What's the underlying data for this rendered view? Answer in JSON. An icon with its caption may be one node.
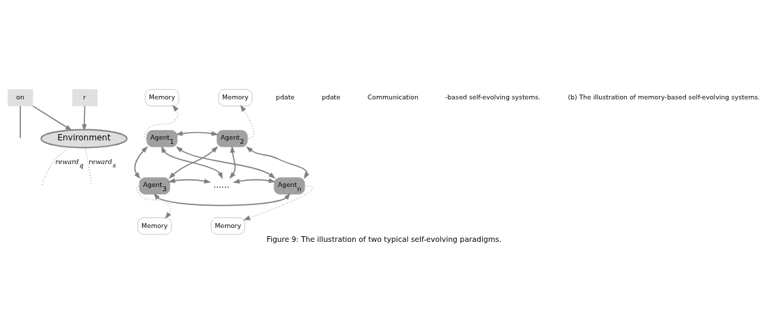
{
  "diagram": {
    "caption": "Figure 9: The illustration of two typical self-evolving paradigms.",
    "nodes": [
      {
        "text": [
          "on"
        ]
      },
      {
        "text": [
          "r"
        ]
      },
      {
        "text": [
          "Environment"
        ]
      },
      {
        "text": [
          "Memory"
        ]
      },
      {
        "text": [
          "Memory"
        ]
      },
      {
        "text": [
          "Agent$_{1}$"
        ]
      },
      {
        "text": [
          "Agent$_{2}$"
        ]
      },
      {
        "text": [
          "Agent$_{3}$"
        ]
      },
      {
        "text": [
          "......"
        ]
      },
      {
        "text": [
          "Agent$_{n}$"
        ]
      },
      {
        "text": [
          "Memory"
        ]
      },
      {
        "text": [
          "Memory"
        ]
      }
    ],
    "edges": [
      {
        "from": 0,
        "to": 2,
        "arrow": "to"
      },
      {
        "from": 1,
        "to": 2,
        "arrow": "to"
      },
      {
        "from": 0,
        "to": null,
        "arrow": "none"
      },
      {
        "from": 2,
        "to": null,
        "arrow": "none",
        "style": "dashed",
        "label": "reward$_{q}$"
      },
      {
        "from": 2,
        "to": null,
        "arrow": "none",
        "style": "dashed",
        "label": "reward$_{s}$"
      },
      {
        "from": 5,
        "to": 3,
        "arrow": "to",
        "style": "dashed"
      },
      {
        "from": 6,
        "to": 4,
        "arrow": "to",
        "style": "dashed"
      },
      {
        "from": 5,
        "to": 6,
        "arrow": "both"
      },
      {
        "from": 5,
        "to": 7,
        "arrow": "both"
      },
      {
        "from": 6,
        "to": 9,
        "arrow": "both"
      },
      {
        "from": 5,
        "to": 8,
        "arrow": "both"
      },
      {
        "from": 5,
        "to": 9,
        "arrow": "both"
      },
      {
        "from": 6,
        "to": 8,
        "arrow": "both"
      },
      {
        "from": 6,
        "to": 7,
        "arrow": "both"
      },
      {
        "from": 7,
        "to": 8,
        "arrow": "both"
      },
      {
        "from": 9,
        "to": 8,
        "arrow": "both"
      },
      {
        "from": 7,
        "to": 9,
        "arrow": "both"
      },
      {
        "from": 7,
        "to": 10,
        "arrow": "to",
        "style": "dashed"
      },
      {
        "from": 9,
        "to": 11,
        "arrow": "to",
        "style": "dashed"
      }
    ],
    "labels": [
      "pdate",
      "pdate",
      "Communication",
      "-based self-evolving systems.",
      "(b) The illustration of memory-based self-evolving systems."
    ]
  }
}
